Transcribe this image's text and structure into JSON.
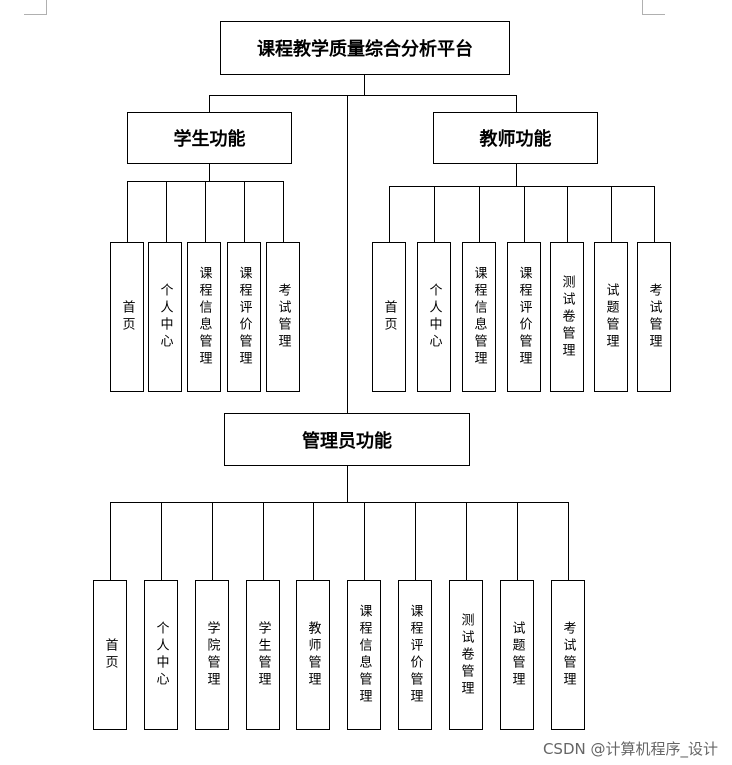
{
  "title": "课程教学质量综合分析平台",
  "student": {
    "title": "学生功能",
    "items": [
      "首页",
      "个人中心",
      "课程信息管理",
      "课程评价管理",
      "考试管理"
    ]
  },
  "teacher": {
    "title": "教师功能",
    "items": [
      "首页",
      "个人中心",
      "课程信息管理",
      "课程评价管理",
      "测试卷管理",
      "试题管理",
      "考试管理"
    ]
  },
  "admin": {
    "title": "管理员功能",
    "items": [
      "首页",
      "个人中心",
      "学院管理",
      "学生管理",
      "教师管理",
      "课程信息管理",
      "课程评价管理",
      "测试卷管理",
      "试题管理",
      "考试管理"
    ]
  },
  "watermark": "CSDN @计算机程序_设计"
}
